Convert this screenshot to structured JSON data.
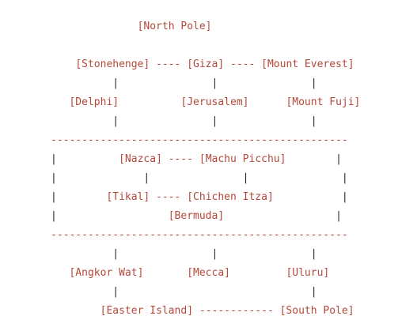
{
  "nodes": {
    "north_pole": "[North Pole]",
    "stonehenge": "[Stonehenge]",
    "giza": "[Giza]",
    "mount_everest": "[Mount Everest]",
    "delphi": "[Delphi]",
    "jerusalem": "[Jerusalem]",
    "mount_fuji": "[Mount Fuji]",
    "nazca": "[Nazca]",
    "machu_picchu": "[Machu Picchu]",
    "tikal": "[Tikal]",
    "chichen_itza": "[Chichen Itza]",
    "bermuda": "[Bermuda]",
    "angkor_wat": "[Angkor Wat]",
    "mecca": "[Mecca]",
    "uluru": "[Uluru]",
    "easter_island": "[Easter Island]",
    "south_pole": "[South Pole]"
  },
  "connectors": {
    "short_dash": "----",
    "long_dash": "------------",
    "divider": "------------------------------------------------"
  }
}
